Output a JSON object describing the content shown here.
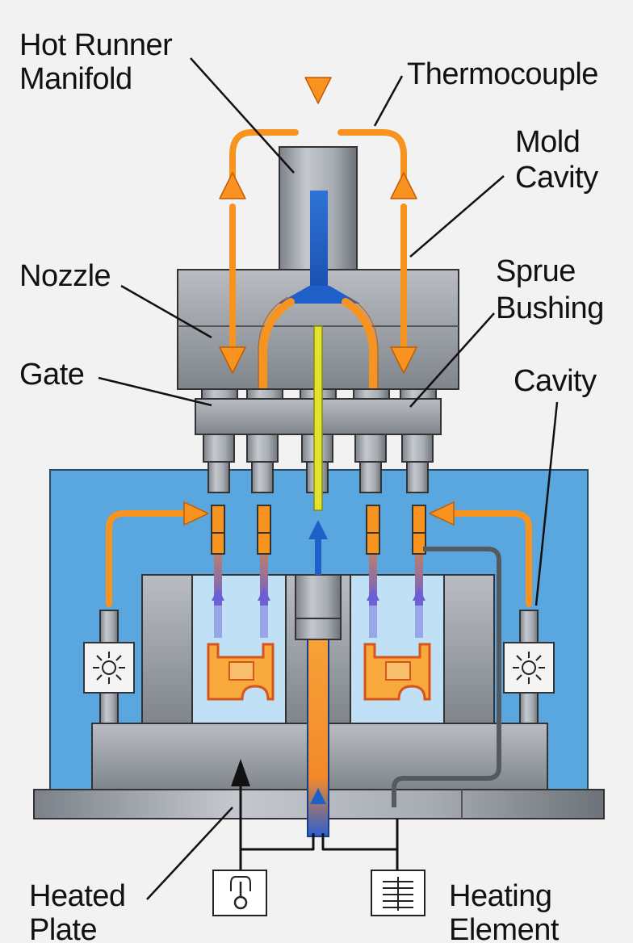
{
  "labels": {
    "hot_runner_manifold": [
      "Hot Runner",
      "Manifold"
    ],
    "thermocouple": [
      "Thermocouple"
    ],
    "mold_cavity": [
      "Mold",
      "Cavity"
    ],
    "nozzle": [
      "Nozzle"
    ],
    "sprue_bushing": [
      "Sprue",
      "Bushing"
    ],
    "gate": [
      "Gate"
    ],
    "cavity": [
      "Cavity"
    ],
    "heated_plate": [
      "Heated",
      "Plate"
    ],
    "heating_element": [
      "Heating",
      "Element"
    ]
  },
  "colors": {
    "background": "#f2f2f2",
    "steel": "#9ea3aa",
    "steel_dark": "#6b7078",
    "mold_blue": "#5aa6de",
    "cavity_light": "#bfe0f5",
    "melt_orange": "#f7931e",
    "melt_blue": "#1f5fc8",
    "thermocouple_yellow": "#e3e22f",
    "outline": "#222222"
  },
  "icons": [
    "heater-sun-icon",
    "thermometer-icon",
    "heating-coil-icon"
  ]
}
